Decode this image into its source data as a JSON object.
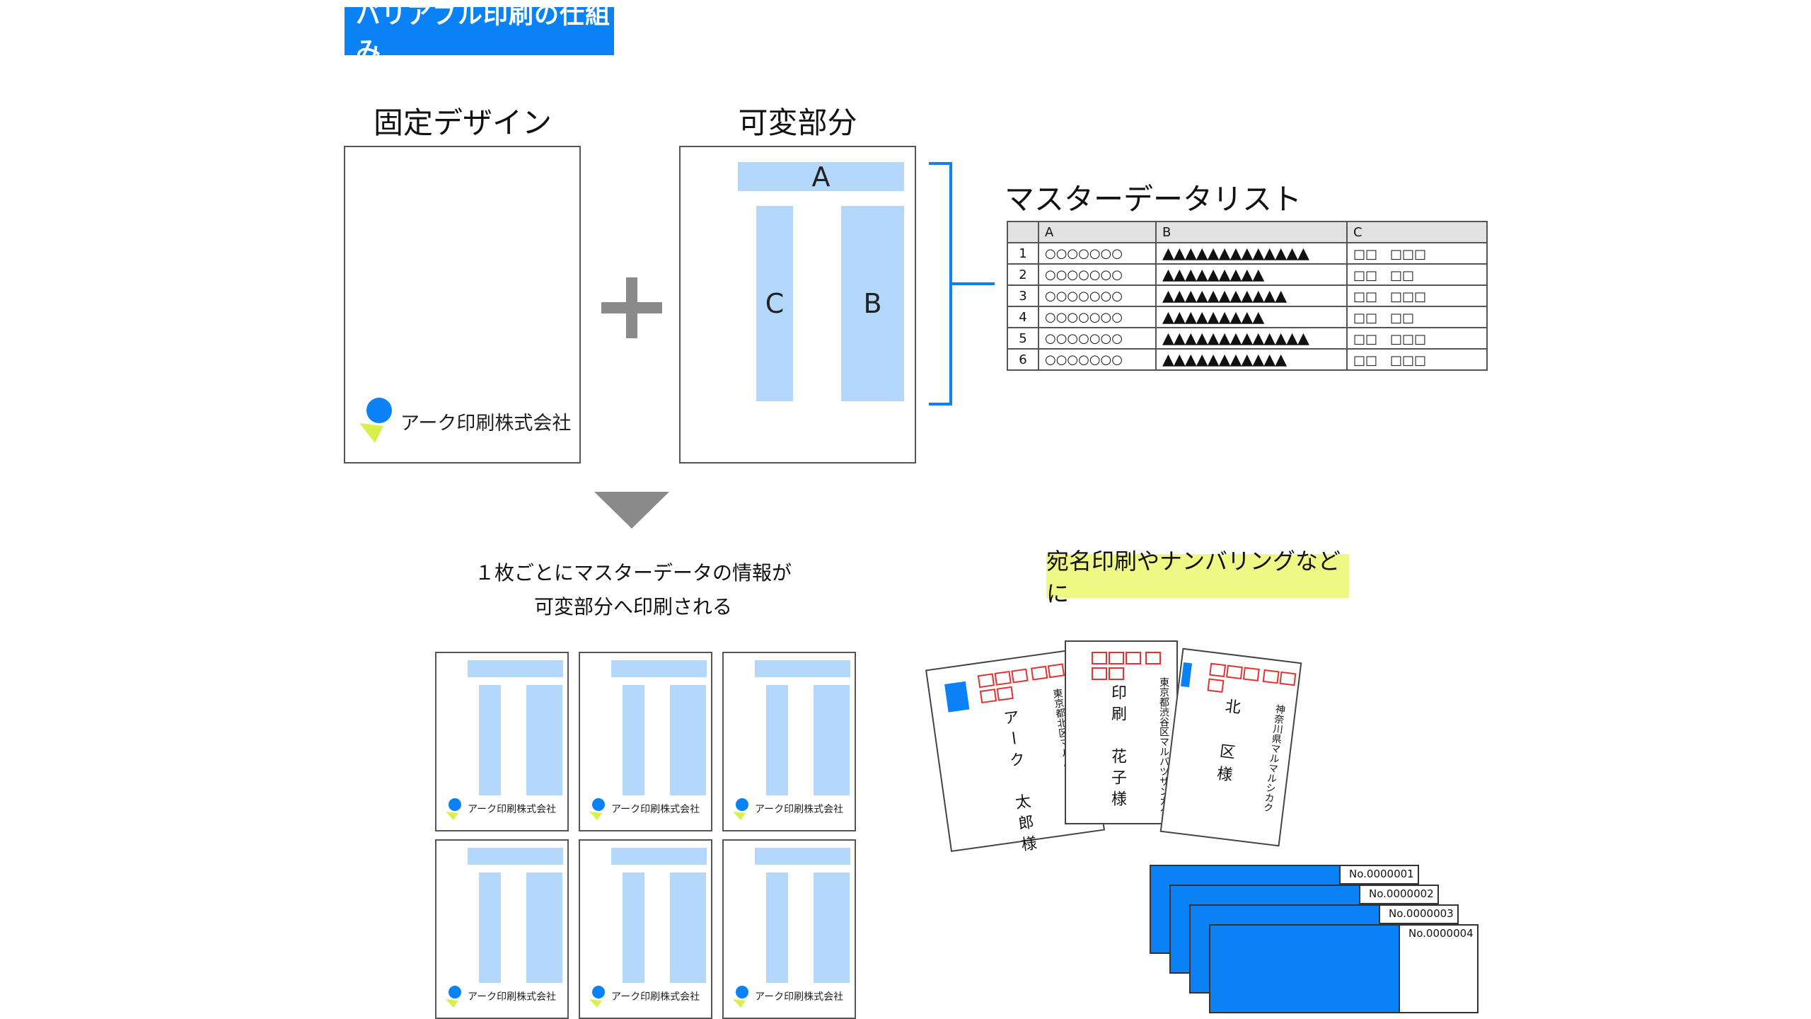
{
  "title": "バリアブル印刷の仕組み",
  "fixed_design": {
    "heading": "固定デザイン",
    "company": "アーク印刷株式会社"
  },
  "variable_part": {
    "heading": "可変部分",
    "labels": [
      "A",
      "C",
      "B"
    ]
  },
  "plus_symbol": "+",
  "master": {
    "heading": "マスターデータリスト",
    "columns": [
      "A",
      "B",
      "C"
    ],
    "rows": [
      {
        "n": "1",
        "a": "○○○○○○○",
        "b": "▲▲▲▲▲▲▲▲▲▲▲▲▲",
        "c": "□□　□□□"
      },
      {
        "n": "2",
        "a": "○○○○○○○",
        "b": "▲▲▲▲▲▲▲▲▲",
        "c": "□□　□□"
      },
      {
        "n": "3",
        "a": "○○○○○○○",
        "b": "▲▲▲▲▲▲▲▲▲▲▲",
        "c": "□□　□□□"
      },
      {
        "n": "4",
        "a": "○○○○○○○",
        "b": "▲▲▲▲▲▲▲▲▲",
        "c": "□□　□□"
      },
      {
        "n": "5",
        "a": "○○○○○○○",
        "b": "▲▲▲▲▲▲▲▲▲▲▲▲▲",
        "c": "□□　□□□"
      },
      {
        "n": "6",
        "a": "○○○○○○○",
        "b": "▲▲▲▲▲▲▲▲▲▲▲",
        "c": "□□　□□□"
      }
    ]
  },
  "caption": {
    "line1": "１枚ごとにマスターデータの情報が",
    "line2": "可変部分へ印刷される"
  },
  "mini_company": "アーク印刷株式会社",
  "examples_label": "宛名印刷やナンバリングなどに",
  "postcards": [
    {
      "address": "東京都北区マルバツサンカク",
      "name": "アーク　太郎様"
    },
    {
      "address": "東京都渋谷区マルバツサンカク",
      "name": "印刷　花子様"
    },
    {
      "address": "神奈川県マルマルシカク",
      "name": "北　区様"
    }
  ],
  "tickets": [
    "No.0000001",
    "No.0000002",
    "No.0000003",
    "No.0000004"
  ],
  "colors": {
    "accent": "#0a82f5",
    "light_blue": "#b4d8fb",
    "yellow": "#eef985",
    "stamp_red": "#e23333"
  }
}
